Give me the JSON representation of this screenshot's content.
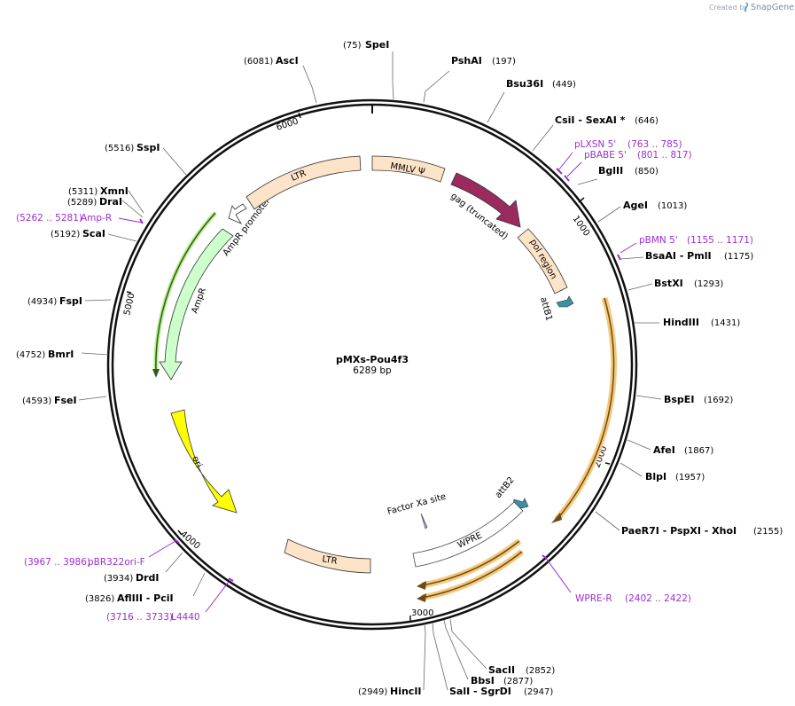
{
  "credit": {
    "created_by": "Created by",
    "brand": "SnapGene"
  },
  "plasmid": {
    "name": "pMXs-Pou4f3",
    "size_label": "6289 bp"
  },
  "ticks": [
    "1000",
    "2000",
    "3000",
    "4000",
    "5000",
    "6000"
  ],
  "enzymes": [
    {
      "name": "SpeI",
      "pos": "(75)"
    },
    {
      "name": "PshAI",
      "pos": "(197)"
    },
    {
      "name": "Bsu36I",
      "pos": "(449)"
    },
    {
      "name": "CsiI  - SexAI *",
      "pos": "(646)"
    },
    {
      "name": "BglII",
      "pos": "(850)"
    },
    {
      "name": "AgeI",
      "pos": "(1013)"
    },
    {
      "name": "BsaAI  - PmlI",
      "pos": "(1175)"
    },
    {
      "name": "BstXI",
      "pos": "(1293)"
    },
    {
      "name": "HindIII",
      "pos": "(1431)"
    },
    {
      "name": "BspEI",
      "pos": "(1692)"
    },
    {
      "name": "AfeI",
      "pos": "(1867)"
    },
    {
      "name": "BlpI",
      "pos": "(1957)"
    },
    {
      "name": "PaeR7I  - PspXI  - XhoI",
      "pos": "(2155)"
    },
    {
      "name": "SacII",
      "pos": "(2852)"
    },
    {
      "name": "BbsI",
      "pos": "(2877)"
    },
    {
      "name": "SalI  - SgrDI",
      "pos": "(2947)"
    },
    {
      "name": "HincII",
      "pos": "(2949)"
    },
    {
      "name": "DrdI",
      "pos": "(3934)"
    },
    {
      "name": "AflIII  - PciI",
      "pos": "(3826)"
    },
    {
      "name": "FseI",
      "pos": "(4593)"
    },
    {
      "name": "BmrI",
      "pos": "(4752)"
    },
    {
      "name": "FspI",
      "pos": "(4934)"
    },
    {
      "name": "ScaI",
      "pos": "(5192)"
    },
    {
      "name": "DraI",
      "pos": "(5289)"
    },
    {
      "name": "XmnI",
      "pos": "(5311)"
    },
    {
      "name": "SspI",
      "pos": "(5516)"
    },
    {
      "name": "AscI",
      "pos": "(6081)"
    }
  ],
  "primers": [
    {
      "name": "pLXSN 5'",
      "pos": "(763 .. 785)"
    },
    {
      "name": "pBABE 5'",
      "pos": "(801 .. 817)"
    },
    {
      "name": "pBMN 5'",
      "pos": "(1155 .. 1171)"
    },
    {
      "name": "WPRE-R",
      "pos": "(2402 .. 2422)"
    },
    {
      "name": "L4440",
      "pos": "(3716 .. 3733)"
    },
    {
      "name": "pBR322ori-F",
      "pos": "(3967 .. 3986)"
    },
    {
      "name": "Amp-R",
      "pos": "(5262 .. 5281)"
    }
  ],
  "features": {
    "mmlv": "MMLV Ψ",
    "gag": "gag (truncated)",
    "pol": "pol region",
    "attb1": "attB1",
    "attb2": "attB2",
    "factorxa": "Factor Xa site",
    "wpre": "WPRE",
    "ltr_top": "LTR",
    "ltr_bottom": "LTR",
    "ampr_promoter": "AmpR promoter",
    "ampr": "AmpR",
    "ori": "ori"
  },
  "colors": {
    "ltr": "#fde3c8",
    "gag": "#9b2a5f",
    "orf": "#f5c97a",
    "ampr": "#ccffcc",
    "ori": "#ffff00",
    "attb": "#3a8fa4",
    "primer": "#9b2fcf"
  }
}
